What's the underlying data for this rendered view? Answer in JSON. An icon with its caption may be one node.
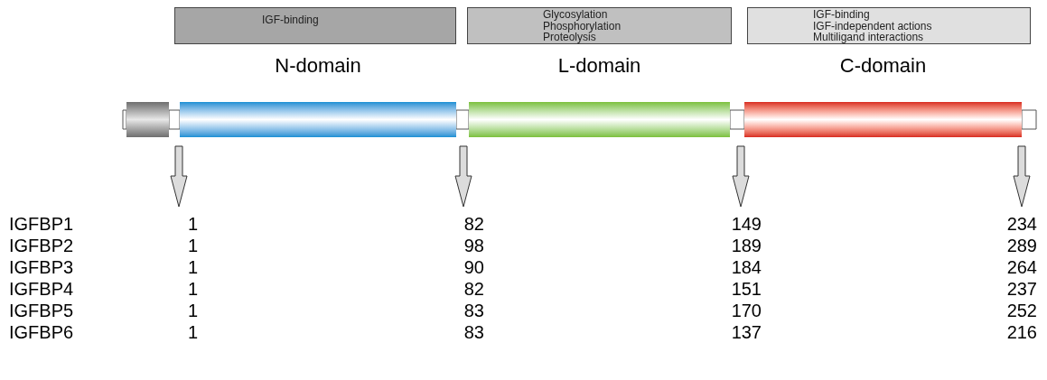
{
  "diagram": {
    "nodes": [
      {
        "text": [
          "IGF-binding"
        ]
      },
      {
        "text": [
          "Glycosylation",
          "Phosphorylation",
          "Proteolysis"
        ]
      },
      {
        "text": [
          "IGF-binding",
          "IGF-independent actions",
          "Multiligand interactions"
        ]
      },
      {
        "text": [],
        "shape": "bar"
      },
      {
        "text": [
          "N-domain"
        ]
      },
      {
        "text": [
          "L-domain"
        ]
      },
      {
        "text": [
          "C-domain"
        ]
      }
    ],
    "edges": [
      {
        "from": null,
        "to": 3,
        "arrow": "none"
      },
      {
        "from": 3,
        "to": 4,
        "arrow": "none"
      },
      {
        "from": 4,
        "to": 5,
        "arrow": "none"
      },
      {
        "from": 5,
        "to": 6,
        "arrow": "none"
      },
      {
        "from": 6,
        "to": null,
        "arrow": "none"
      }
    ],
    "labels": [
      "IGFBP1",
      "1",
      "82",
      "149",
      "234",
      "IGFBP2",
      "1",
      "98",
      "189",
      "289",
      "IGFBP3",
      "1",
      "90",
      "184",
      "264",
      "IGFBP4",
      "1",
      "82",
      "151",
      "237",
      "IGFBP5",
      "1",
      "83",
      "170",
      "252",
      "IGFBP6",
      "1",
      "83",
      "137",
      "216"
    ]
  }
}
